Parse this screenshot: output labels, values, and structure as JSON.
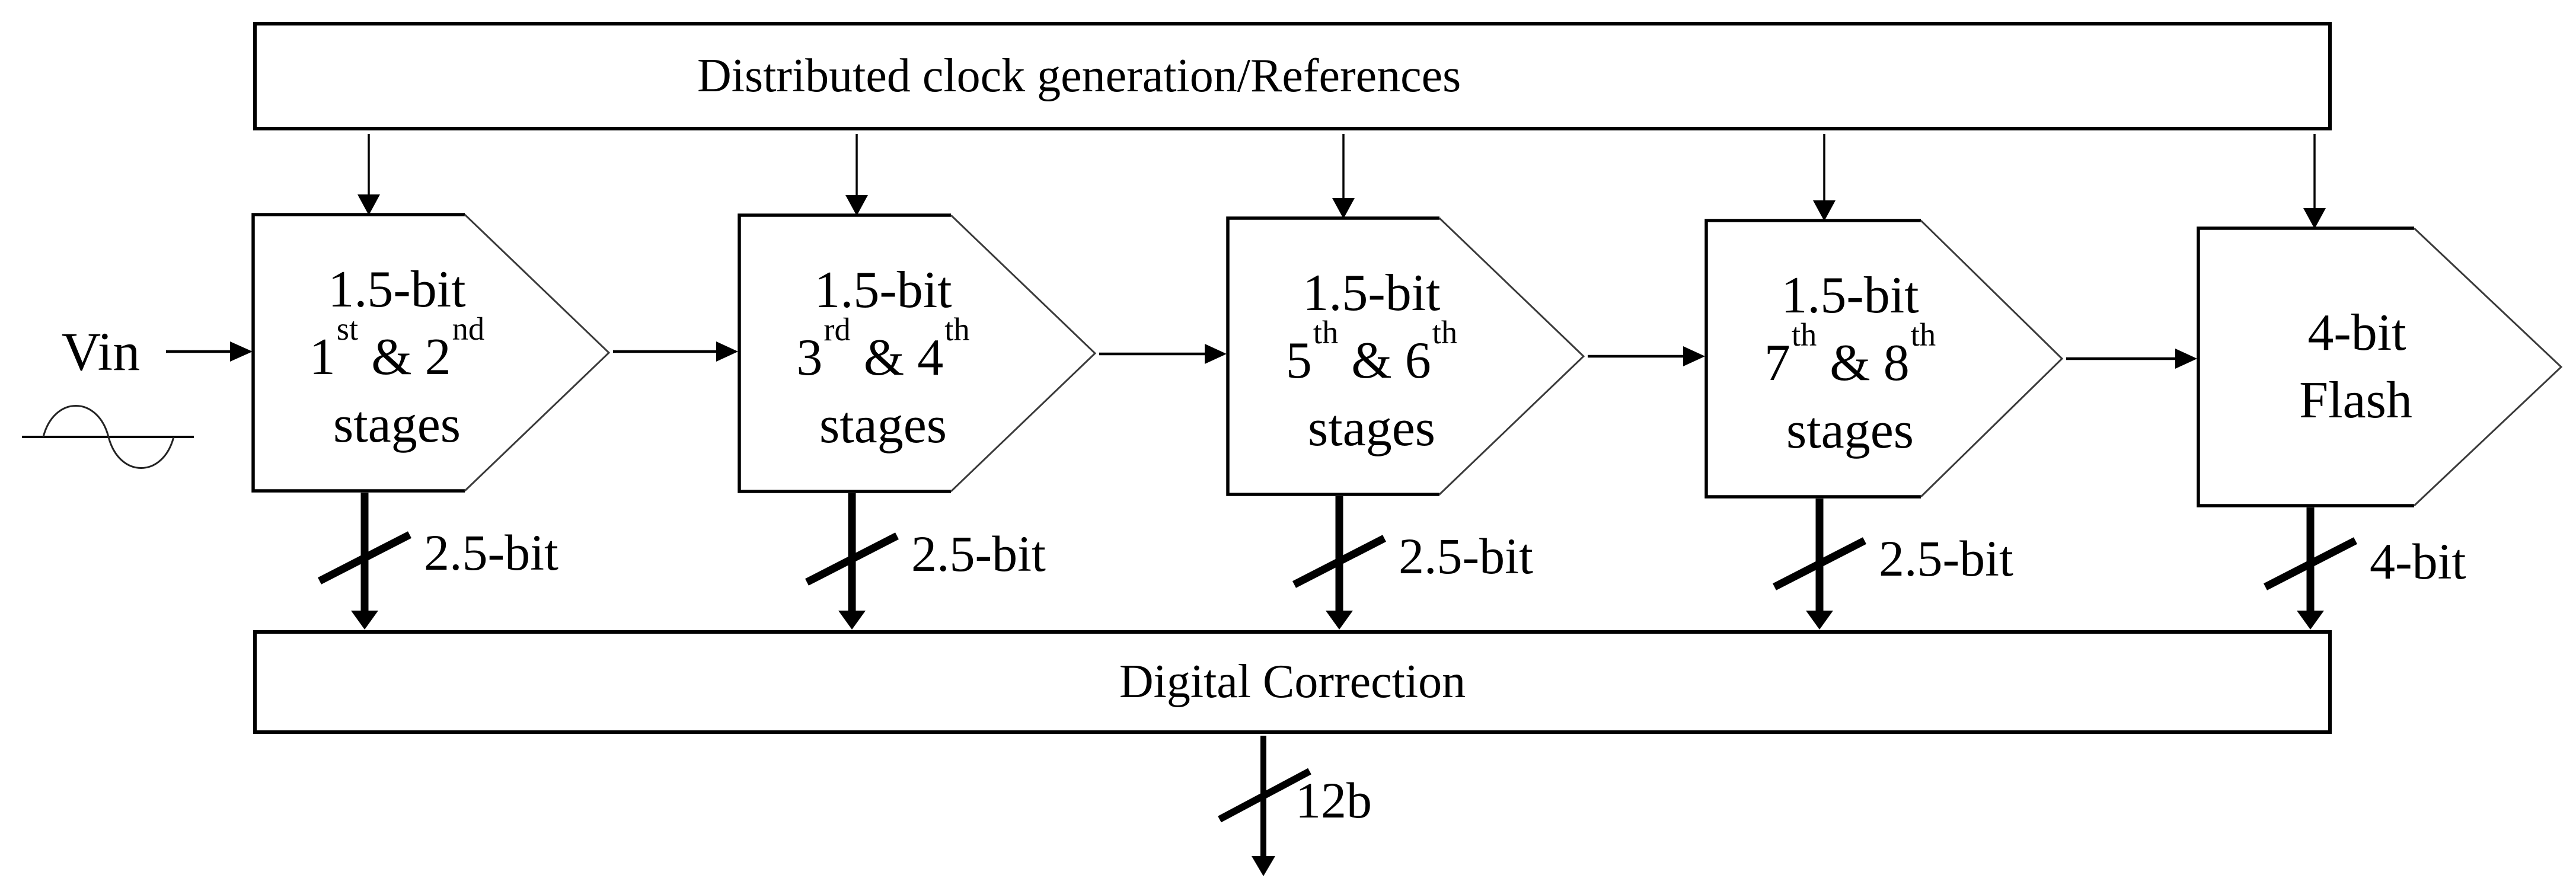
{
  "top_box": {
    "label": "Distributed clock generation/References"
  },
  "input": {
    "label": "Vin"
  },
  "stages": [
    {
      "line1": "1.5-bit",
      "ord1": "1",
      "sup1": "st",
      "amp": " & ",
      "ord2": "2",
      "sup2": "nd",
      "line3": "stages",
      "bus": "2.5-bit"
    },
    {
      "line1": "1.5-bit",
      "ord1": "3",
      "sup1": "rd",
      "amp": " & ",
      "ord2": "4",
      "sup2": "th",
      "line3": "stages",
      "bus": "2.5-bit"
    },
    {
      "line1": "1.5-bit",
      "ord1": "5",
      "sup1": "th",
      "amp": " & ",
      "ord2": "6",
      "sup2": "th",
      "line3": "stages",
      "bus": "2.5-bit"
    },
    {
      "line1": "1.5-bit",
      "ord1": "7",
      "sup1": "th",
      "amp": " & ",
      "ord2": "8",
      "sup2": "th",
      "line3": "stages",
      "bus": "2.5-bit"
    },
    {
      "line1": "4-bit",
      "ord1": "Flash",
      "sup1": "",
      "amp": "",
      "ord2": "",
      "sup2": "",
      "line3": "",
      "bus": "4-bit"
    }
  ],
  "correction_box": {
    "label": "Digital Correction"
  },
  "output": {
    "bus": "12b"
  },
  "colors": {
    "ink": "#000000",
    "paper": "#ffffff"
  }
}
